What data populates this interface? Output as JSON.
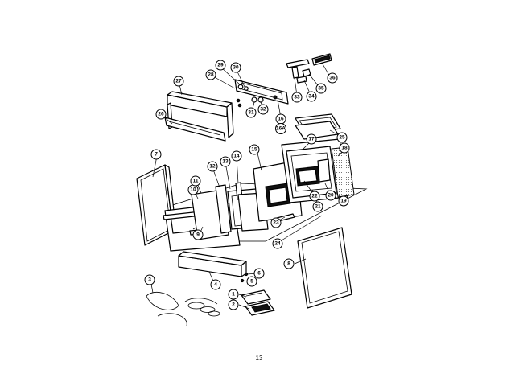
{
  "diagram": {
    "page_number": "13",
    "callouts": [
      {
        "id": "c1",
        "label": "1"
      },
      {
        "id": "c2",
        "label": "2"
      },
      {
        "id": "c3",
        "label": "3"
      },
      {
        "id": "c4",
        "label": "4"
      },
      {
        "id": "c5",
        "label": "5"
      },
      {
        "id": "c6",
        "label": "6"
      },
      {
        "id": "c7",
        "label": "7"
      },
      {
        "id": "c8",
        "label": "8"
      },
      {
        "id": "c9",
        "label": "9"
      },
      {
        "id": "c10",
        "label": "10"
      },
      {
        "id": "c11",
        "label": "11"
      },
      {
        "id": "c12",
        "label": "12"
      },
      {
        "id": "c13",
        "label": "13"
      },
      {
        "id": "c14",
        "label": "14"
      },
      {
        "id": "c15",
        "label": "15"
      },
      {
        "id": "c16",
        "label": "16"
      },
      {
        "id": "c16a",
        "label": "16A"
      },
      {
        "id": "c17",
        "label": "17"
      },
      {
        "id": "c18",
        "label": "18"
      },
      {
        "id": "c19",
        "label": "19"
      },
      {
        "id": "c20",
        "label": "20"
      },
      {
        "id": "c21",
        "label": "21"
      },
      {
        "id": "c22",
        "label": "22"
      },
      {
        "id": "c23",
        "label": "23"
      },
      {
        "id": "c24",
        "label": "24"
      },
      {
        "id": "c25",
        "label": "25"
      },
      {
        "id": "c26",
        "label": "26"
      },
      {
        "id": "c27",
        "label": "27"
      },
      {
        "id": "c28",
        "label": "28"
      },
      {
        "id": "c29",
        "label": "29"
      },
      {
        "id": "c30",
        "label": "30"
      },
      {
        "id": "c31",
        "label": "31"
      },
      {
        "id": "c32",
        "label": "32"
      },
      {
        "id": "c33",
        "label": "33"
      },
      {
        "id": "c34",
        "label": "34"
      },
      {
        "id": "c35",
        "label": "35"
      },
      {
        "id": "c36",
        "label": "36"
      }
    ]
  }
}
